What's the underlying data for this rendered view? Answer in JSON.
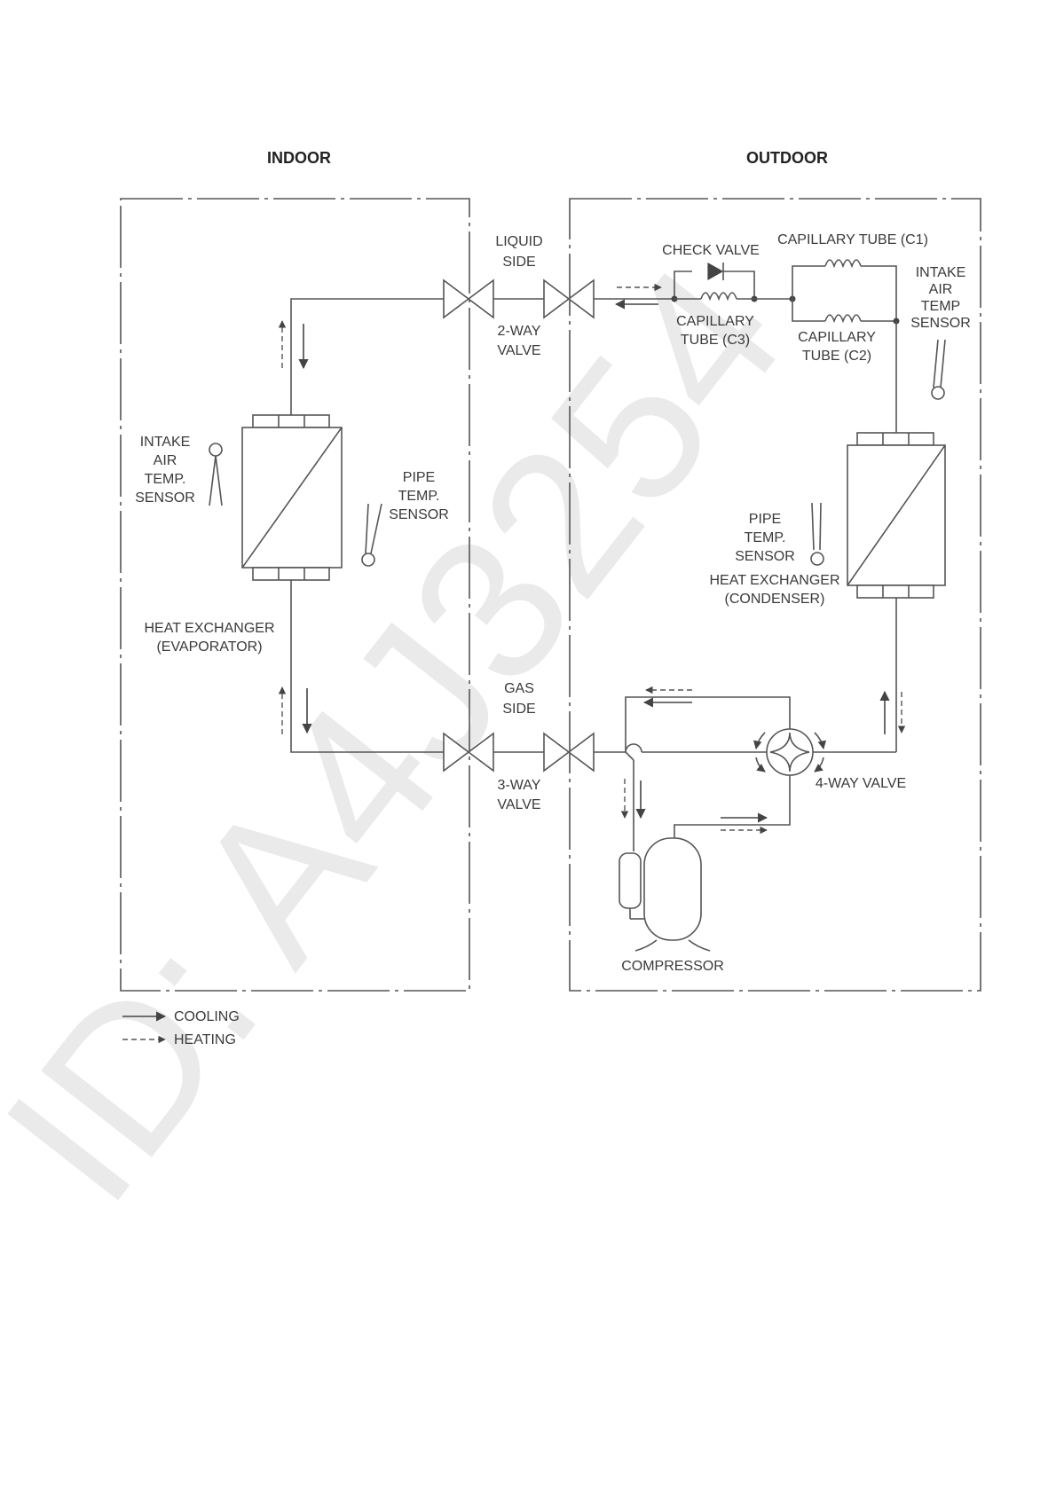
{
  "headers": {
    "indoor": "INDOOR",
    "outdoor": "OUTDOOR"
  },
  "labels": {
    "liquid_side_1": "LIQUID",
    "liquid_side_2": "SIDE",
    "two_way_valve_1": "2-WAY",
    "two_way_valve_2": "VALVE",
    "gas_side_1": "GAS",
    "gas_side_2": "SIDE",
    "three_way_valve_1": "3-WAY",
    "three_way_valve_2": "VALVE",
    "check_valve": "CHECK VALVE",
    "cap_c1": "CAPILLARY TUBE (C1)",
    "cap_c3_1": "CAPILLARY",
    "cap_c3_2": "TUBE (C3)",
    "cap_c2_1": "CAPILLARY",
    "cap_c2_2": "TUBE (C2)",
    "out_intake_1": "INTAKE",
    "out_intake_2": "AIR",
    "out_intake_3": "TEMP",
    "out_intake_4": "SENSOR",
    "in_intake_1": "INTAKE",
    "in_intake_2": "AIR",
    "in_intake_3": "TEMP.",
    "in_intake_4": "SENSOR",
    "in_pipe_1": "PIPE",
    "in_pipe_2": "TEMP.",
    "in_pipe_3": "SENSOR",
    "out_pipe_1": "PIPE",
    "out_pipe_2": "TEMP.",
    "out_pipe_3": "SENSOR",
    "evap_1": "HEAT EXCHANGER",
    "evap_2": "(EVAPORATOR)",
    "cond_1": "HEAT EXCHANGER",
    "cond_2": "(CONDENSER)",
    "four_way_valve": "4-WAY VALVE",
    "compressor": "COMPRESSOR"
  },
  "legend": {
    "cooling": "COOLING",
    "heating": "HEATING"
  },
  "watermark": "ID: A4J3254",
  "colors": {
    "line": "#555555",
    "text": "#3a3a3a",
    "watermark": "#d9d9d9"
  }
}
